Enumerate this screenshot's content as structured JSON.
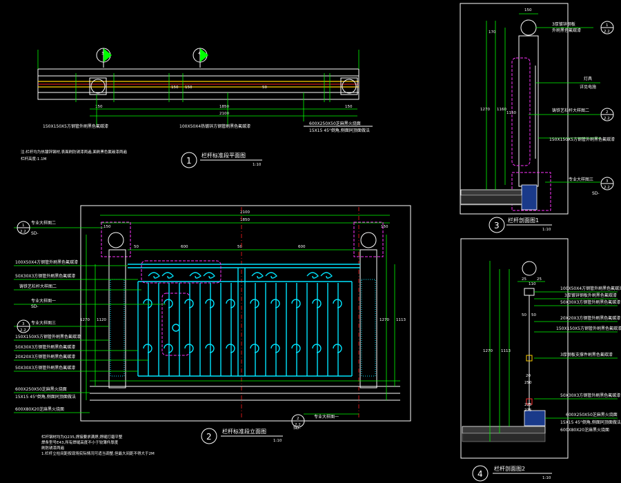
{
  "drawing": {
    "views": [
      {
        "num": "1",
        "title": "栏杆标准段平面图",
        "scale": "1:10"
      },
      {
        "num": "2",
        "title": "栏杆标准段立面图",
        "scale": "1:10"
      },
      {
        "num": "3",
        "title": "栏杆剖面图1",
        "scale": "1:10"
      },
      {
        "num": "4",
        "title": "栏杆剖面图2",
        "scale": "1:10"
      }
    ],
    "plan": {
      "labels": [
        "150X150X5方钢管外刷黑色氟碳漆",
        "100X50X4热镀锌方钢管刷黑色氟碳漆",
        "600X250X50芝麻黑火烧面",
        "15X15 45°倒角,侧面同顶面做法"
      ],
      "dims": [
        "150",
        "1850",
        "150",
        "2100",
        "150",
        "50",
        "150"
      ],
      "note_lines": [
        "注:栏杆均为热镀锌钢材,表面刷防锈漆两遍,面刷黑色氟碳漆两遍",
        "栏杆高度:1.1M"
      ]
    },
    "elevation": {
      "labels": [
        "专业大样图二",
        "100X50X4方钢管外刷黑色氟碳漆",
        "50X30X3方钢管外刷黑色氟碳漆",
        "铸铁艺栏杆大样图二",
        "专业大样图一",
        "专业大样图三",
        "150X150X5方钢管外刷黑色氟碳漆",
        "50X30X3方钢管外刷黑色氟碳漆",
        "20X20X3方钢管外刷黑色氟碳漆",
        "50X30X3方钢管外刷黑色氟碳漆",
        "600X250X50芝麻黑火烧面",
        "15X15 45°倒角,侧面同顶面做法",
        "600X80X20芝麻黑火烧面",
        "专业大样图一"
      ],
      "dims_top": [
        "2100",
        "1850",
        "150",
        "150",
        "600",
        "600",
        "50",
        "50"
      ],
      "dims_side": [
        "1270",
        "1120",
        "1270",
        "1113"
      ],
      "note_lines": [
        "栏杆钢材均为Q235,焊接要求满焊,焊缝打磨平整",
        "焊条型号E43,所有焊缝高度不小于较薄件厚度",
        "刷防锈漆两遍",
        "1.栏杆立柱间距按现场实际情况可适当调整,但最大间距不得大于2M"
      ]
    },
    "section1": {
      "labels": [
        "3厚镀锌钢板",
        "外刷黑色氟碳漆",
        "灯具",
        "详见电施",
        "铸铁艺栏杆大样图二",
        "150X150X5方钢管外刷黑色氟碳漆",
        "专业大样图三"
      ],
      "dims": [
        "150",
        "170",
        "1270",
        "1160",
        "1150"
      ],
      "sd": "SD-"
    },
    "section2": {
      "labels": [
        "100X50X4方钢管外刷黑色氟碳漆",
        "3厚镀锌钢板外刷黑色氟碳漆",
        "50X30X3方钢管外刷黑色氟碳漆",
        "20X20X3方钢管外刷黑色氟碳漆",
        "150X150X5方钢管外刷黑色氟碳漆",
        "3厚钢板支撑件刷黑色氟碳漆",
        "50X30X3方钢管外刷黑色氟碳漆",
        "600X250X50芝麻黑火烧面",
        "15X15 45°倒角,侧面同顶面做法",
        "600X80X20芝麻黑火烧面"
      ],
      "dims": [
        "25",
        "110",
        "25",
        "50",
        "50",
        "20",
        "250",
        "225",
        "275",
        "1270",
        "1113"
      ]
    },
    "callouts": [
      {
        "top": "3",
        "bottom": "2.2"
      },
      {
        "top": "4",
        "bottom": "2.2"
      },
      {
        "top": "1",
        "bottom": "2.2"
      },
      {
        "top": "2",
        "bottom": "2.2"
      },
      {
        "top": "3",
        "bottom": "2.2"
      },
      {
        "top": "1",
        "bottom": "2.2"
      },
      {
        "top": "3",
        "bottom": "2.2"
      },
      {
        "top": "2",
        "bottom": "2.2"
      }
    ],
    "sd_label": "SD-",
    "colors": {
      "background": "#000000",
      "dimension": "#00ff00",
      "railing": "#00e5ff",
      "cloud": "#ff33ff",
      "center": "#ff2020"
    }
  }
}
